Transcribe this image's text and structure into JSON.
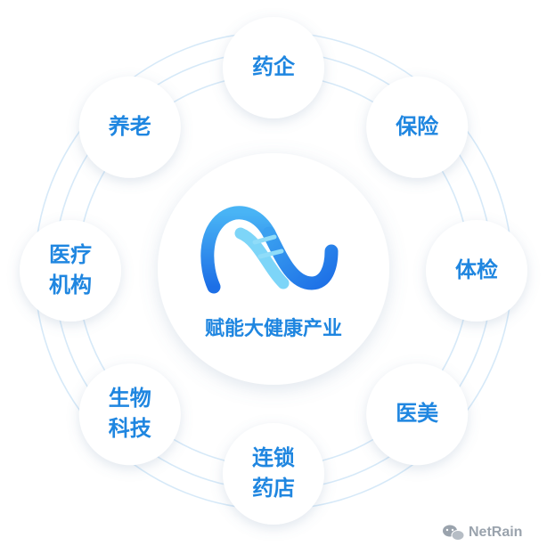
{
  "center": {
    "title": "赋能大健康产业",
    "logo": "N-helix-logo"
  },
  "nodes": [
    {
      "id": "pharma",
      "lines": [
        "药企"
      ]
    },
    {
      "id": "insurance",
      "lines": [
        "保险"
      ]
    },
    {
      "id": "checkup",
      "lines": [
        "体检"
      ]
    },
    {
      "id": "aesthetics",
      "lines": [
        "医美"
      ]
    },
    {
      "id": "pharmacy",
      "lines": [
        "连锁",
        "药店"
      ]
    },
    {
      "id": "biotech",
      "lines": [
        "生物",
        "科技"
      ]
    },
    {
      "id": "medical-inst",
      "lines": [
        "医疗",
        "机构"
      ]
    },
    {
      "id": "elderly-care",
      "lines": [
        "养老"
      ]
    }
  ],
  "watermark": {
    "text": "NetRain",
    "icon": "wechat-icon"
  },
  "colors": {
    "text": "#1f86e0",
    "ring": "#d6e9f8",
    "logo_dark": "#1d6fe6",
    "logo_light": "#5ec4f5",
    "watermark": "#9aa3ad"
  }
}
